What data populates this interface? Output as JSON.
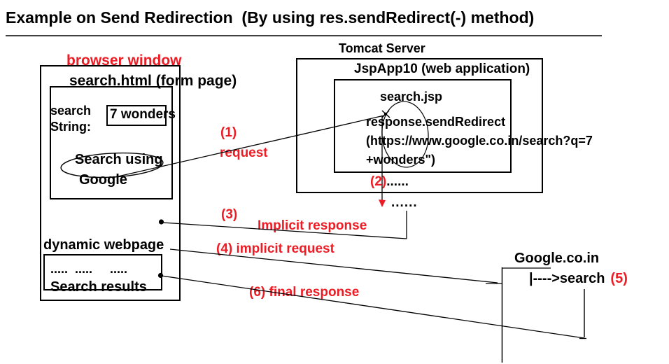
{
  "colors": {
    "ink": "#000000",
    "accent_red": "#ed1c24",
    "background": "#ffffff"
  },
  "header": {
    "title": "Example on Send Redirection  (By using res.sendRedirect(-) method)"
  },
  "browser": {
    "window_label": "browser window",
    "page_label": "search.html (form page)",
    "field_label": "search\nString:",
    "input_value": "7 wonders",
    "button_label_line1": "Search using",
    "button_label_line2": "Google",
    "dynamic_page_label": "dynamic webpage",
    "results_dots": ".....  .....     .....",
    "results_label": "Search results"
  },
  "server": {
    "label": "Tomcat Server",
    "app_label": "JspApp10 (web application)",
    "jsp_name": "search.jsp",
    "code_line1": "response.sendRedirect",
    "code_line2": "(https://www.google.co.in/search?q=7",
    "code_line3": "+wonders\")"
  },
  "google": {
    "label": "Google.co.in",
    "search_entry": "|---->search",
    "step_num": "(5)"
  },
  "steps": {
    "step1_num": "(1)",
    "step1_label": "request",
    "step2_num": "(2)",
    "step2_dots": "......",
    "flow_dots": "......",
    "step3_num": "(3)",
    "step3_label": "Implicit response",
    "step4_label": "(4) implicit request",
    "step6_label": "(6) final response"
  }
}
